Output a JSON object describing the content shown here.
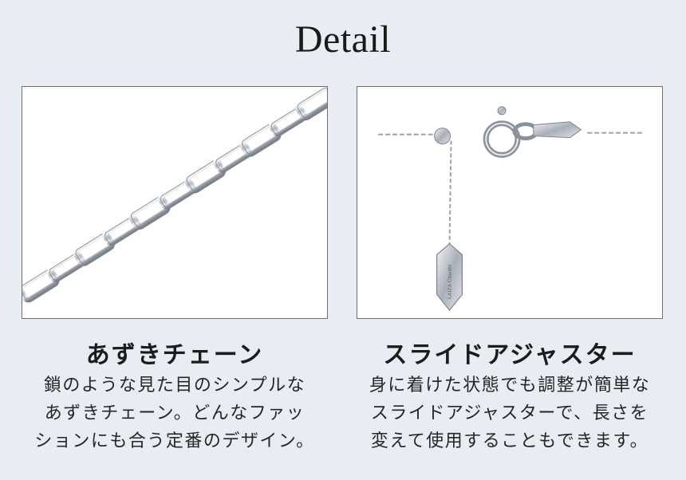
{
  "title": "Detail",
  "items": [
    {
      "heading": "あずきチェーン",
      "lines": [
        "鎖のような見た目のシンプルな",
        "あずきチェーン。どんなファッ",
        "ションにも合う定番のデザイン。"
      ],
      "image_icon": "chain-closeup"
    },
    {
      "heading": "スライドアジャスター",
      "lines": [
        "身に着けた状態でも調整が簡単な",
        "スライドアジャスターで、長さを",
        "変えて使用することもできます。"
      ],
      "image_icon": "slide-adjuster-clasp",
      "tag_text": "LAIZA Chaolle"
    }
  ],
  "colors": {
    "background": "#e8edf4",
    "panel_border": "#6f6f6f",
    "metal": "#c9ced6"
  }
}
